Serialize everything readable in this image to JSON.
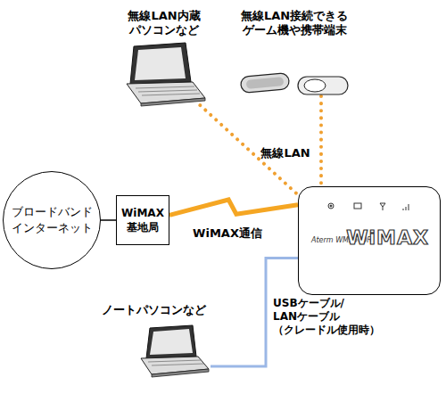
{
  "diagram": {
    "nodes": [
      {
        "text": [
          "無線LAN内蔵 パソコンなど"
        ]
      },
      {
        "text": [
          "無線LAN接続できる ゲーム機や携帯端末"
        ]
      },
      {
        "text": [
          "ブロードバンド インターネット"
        ]
      },
      {
        "text": [
          "WiMAX 基地局"
        ]
      },
      {
        "text": [
          "Aterm WM3500R",
          "WiMAX"
        ]
      },
      {
        "text": [
          "ノートパソコンなど"
        ]
      }
    ],
    "edges": [
      {
        "from": 2,
        "to": 3,
        "arrow": "none"
      },
      {
        "from": 3,
        "to": 4,
        "label": "WiMAX通信",
        "arrow": "none"
      },
      {
        "from": 0,
        "to": 4,
        "arrow": "none"
      },
      {
        "from": 1,
        "to": 4,
        "label": "無線LAN",
        "arrow": "none"
      },
      {
        "from": 5,
        "to": 4,
        "label": "USBケーブル/ LANケーブル （クレードル使用時）",
        "arrow": "none"
      }
    ]
  }
}
